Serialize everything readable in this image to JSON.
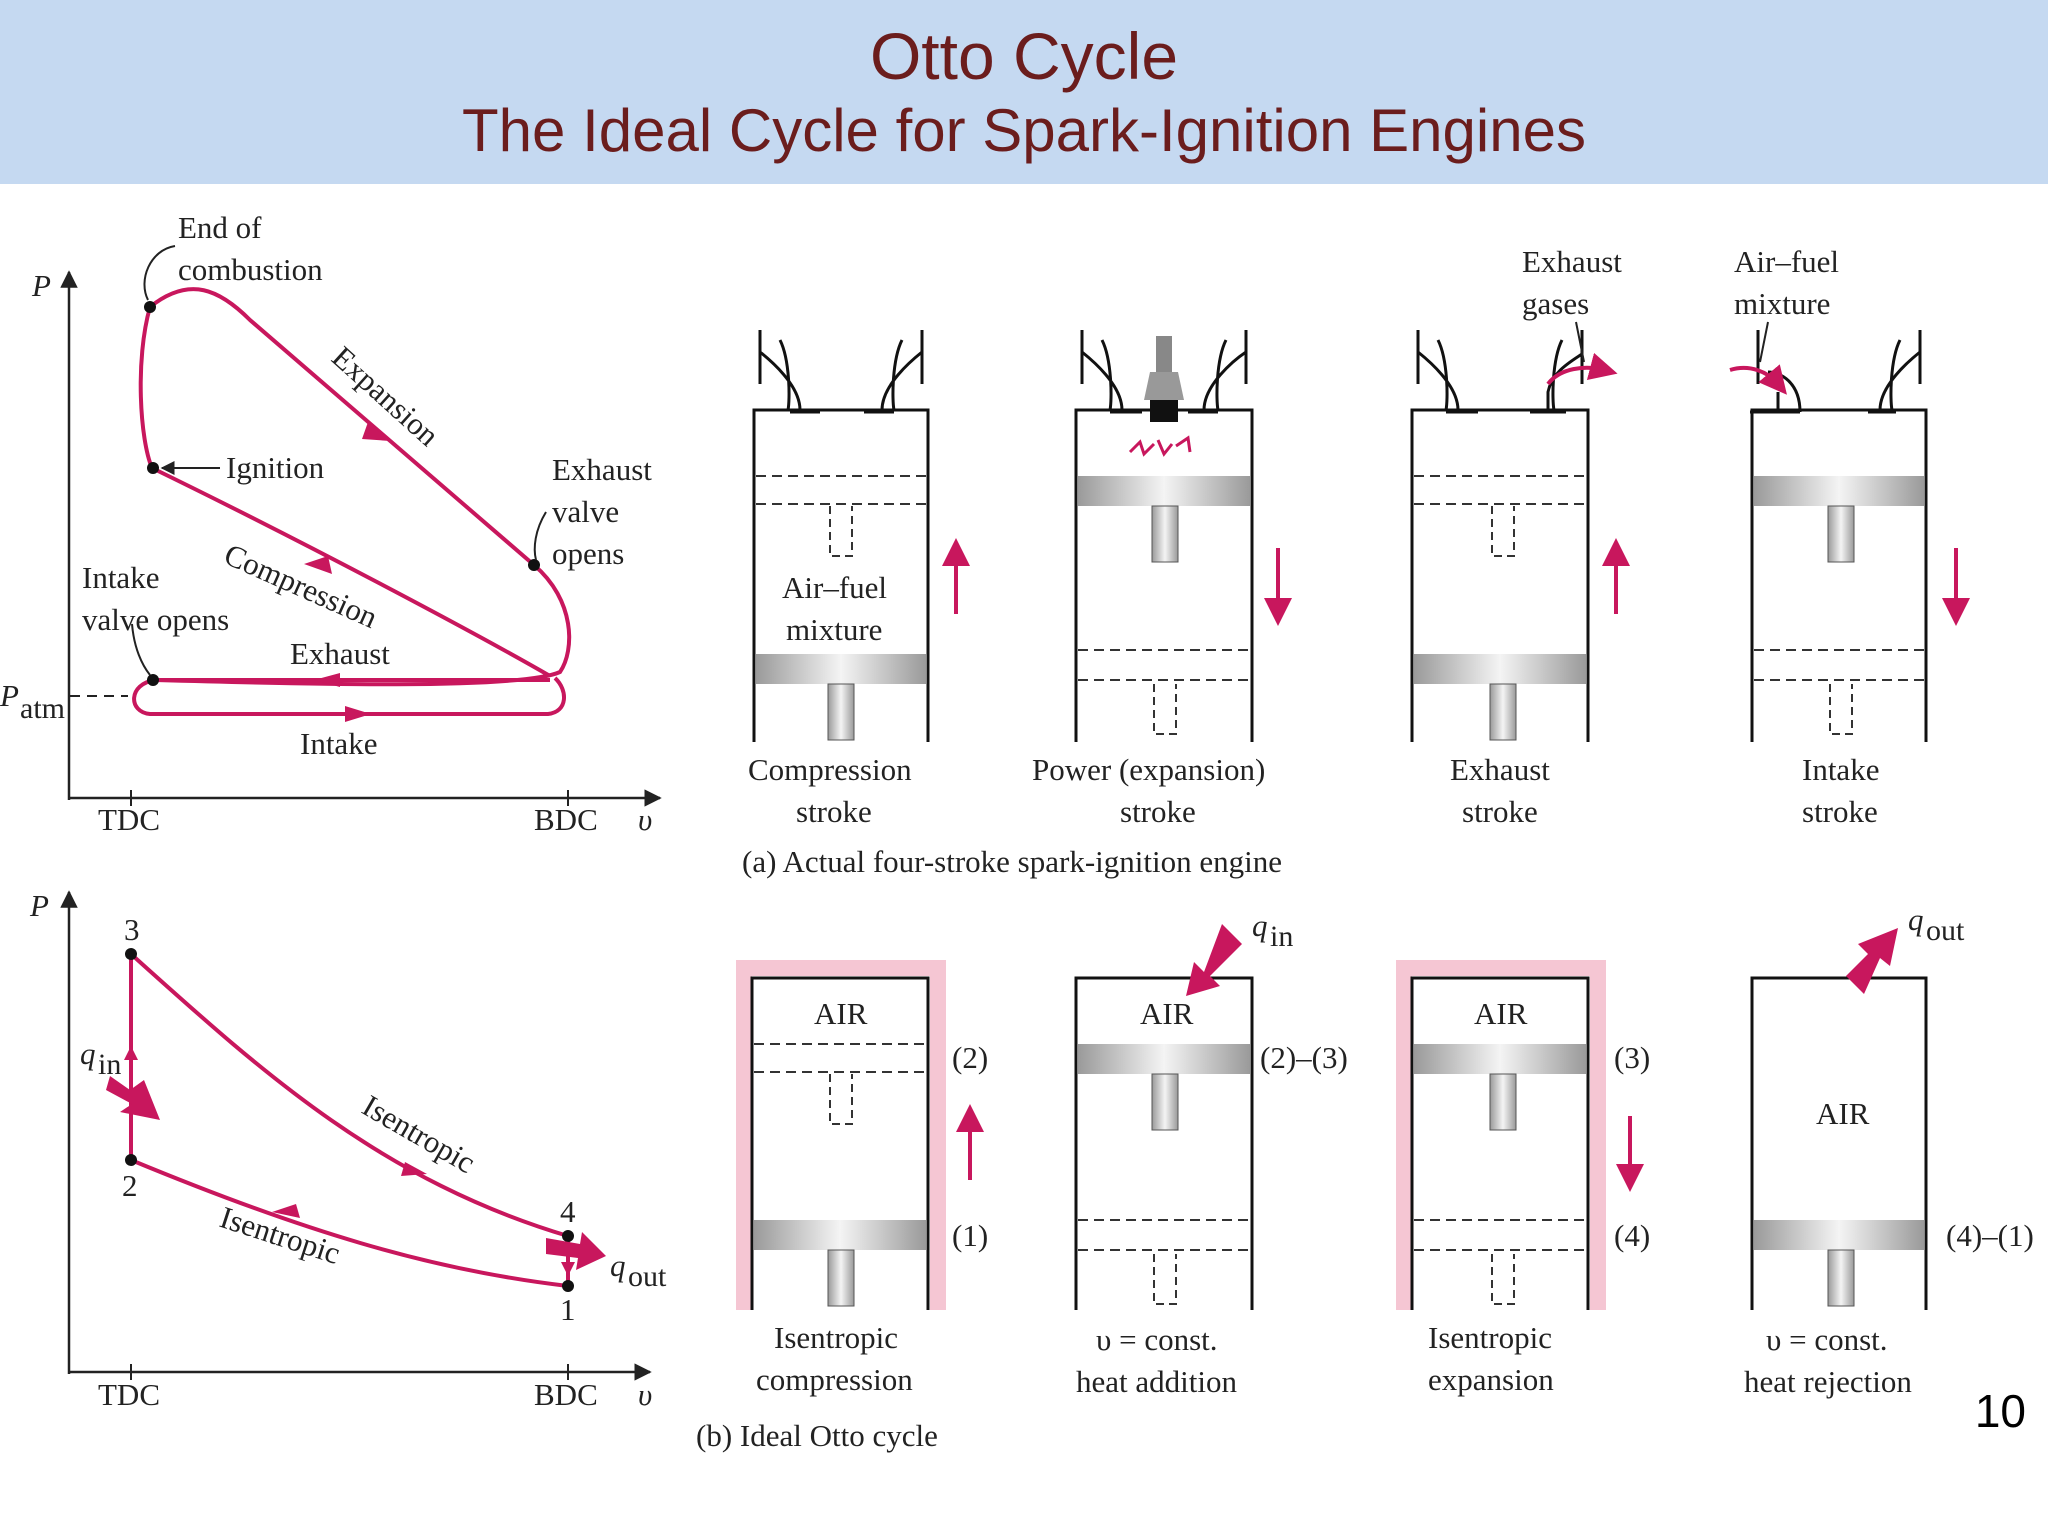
{
  "slide": {
    "title": "Otto Cycle",
    "subtitle": "The Ideal Cycle for Spark-Ignition Engines",
    "page_number": "10"
  },
  "colors": {
    "banner": "#c5d9f1",
    "title": "#6b1d1d",
    "curve": "#c8175d",
    "heat_wall": "#f5c6d3"
  },
  "actual_pv": {
    "axis_y": "P",
    "axis_x": "υ",
    "p_atm": "P",
    "p_atm_sub": "atm",
    "tdc": "TDC",
    "bdc": "BDC",
    "end_of_combustion": [
      "End of",
      "combustion"
    ],
    "expansion": "Expansion",
    "ignition": "Ignition",
    "exhaust_valve": [
      "Exhaust",
      "valve",
      "opens"
    ],
    "intake_valve": [
      "Intake",
      "valve opens"
    ],
    "compression": "Compression",
    "exhaust": "Exhaust",
    "intake": "Intake"
  },
  "actual_engine": {
    "air_fuel_mixture": [
      "Air–fuel",
      "mixture"
    ],
    "exhaust_gases": [
      "Exhaust",
      "gases"
    ],
    "air_fuel_inlet": [
      "Air–fuel",
      "mixture"
    ],
    "strokes": [
      [
        "Compression",
        "stroke"
      ],
      [
        "Power (expansion)",
        "stroke"
      ],
      [
        "Exhaust",
        "stroke"
      ],
      [
        "Intake",
        "stroke"
      ]
    ],
    "caption": "(a) Actual four-stroke spark-ignition engine"
  },
  "ideal_pv": {
    "axis_y": "P",
    "axis_x": "υ",
    "tdc": "TDC",
    "bdc": "BDC",
    "points": [
      "1",
      "2",
      "3",
      "4"
    ],
    "isentropic_upper": "Isentropic",
    "isentropic_lower": "Isentropic",
    "q_in": "q",
    "q_in_sub": "in",
    "q_out": "q",
    "q_out_sub": "out"
  },
  "ideal_engine": {
    "air": "AIR",
    "states": [
      "(2)",
      "(1)",
      "(2)–(3)",
      "(3)",
      "(4)",
      "(4)–(1)"
    ],
    "processes": [
      [
        "Isentropic",
        "compression"
      ],
      [
        "υ = const.",
        "heat addition"
      ],
      [
        "Isentropic",
        "expansion"
      ],
      [
        "υ = const.",
        "heat rejection"
      ]
    ],
    "q_in": "q",
    "q_in_sub": "in",
    "q_out": "q",
    "q_out_sub": "out",
    "caption": "(b) Ideal Otto cycle"
  }
}
